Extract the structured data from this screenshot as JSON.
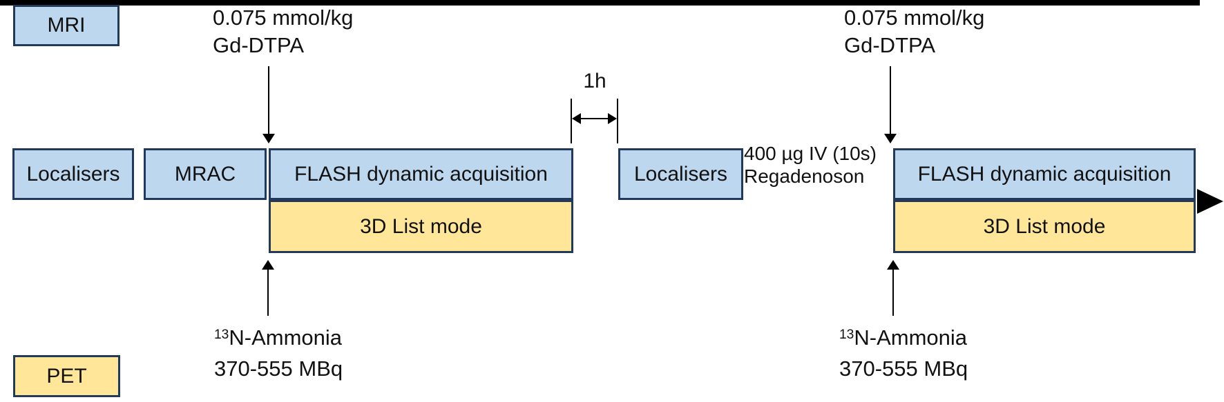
{
  "legend": {
    "mri": "MRI",
    "pet": "PET"
  },
  "mri_row": {
    "blocks": [
      "Localisers",
      "MRAC",
      "FLASH dynamic acquisition",
      "Localisers",
      "FLASH dynamic acquisition"
    ]
  },
  "pet_row": {
    "blocks": [
      "3D List mode",
      "3D List mode"
    ]
  },
  "annotations": {
    "contrast1": {
      "line1": "0.075 mmol/kg",
      "line2": "Gd-DTPA"
    },
    "contrast2": {
      "line1": "0.075 mmol/kg",
      "line2": "Gd-DTPA"
    },
    "interval": "1h",
    "stress_agent": {
      "line1": "400 µg IV (10s)",
      "line2": "Regadenoson"
    },
    "tracer1": {
      "sup": "13",
      "line1": "N-Ammonia",
      "line2": "370-555 MBq"
    },
    "tracer2": {
      "sup": "13",
      "line1": "N-Ammonia",
      "line2": "370-555 MBq"
    }
  },
  "colors": {
    "mri_fill": "#BDD7EE",
    "mri_border": "#23395B",
    "pet_fill": "#FFE699",
    "pet_border": "#23395B",
    "line": "#000000",
    "text": "#111111",
    "bg": "#FFFFFF"
  }
}
